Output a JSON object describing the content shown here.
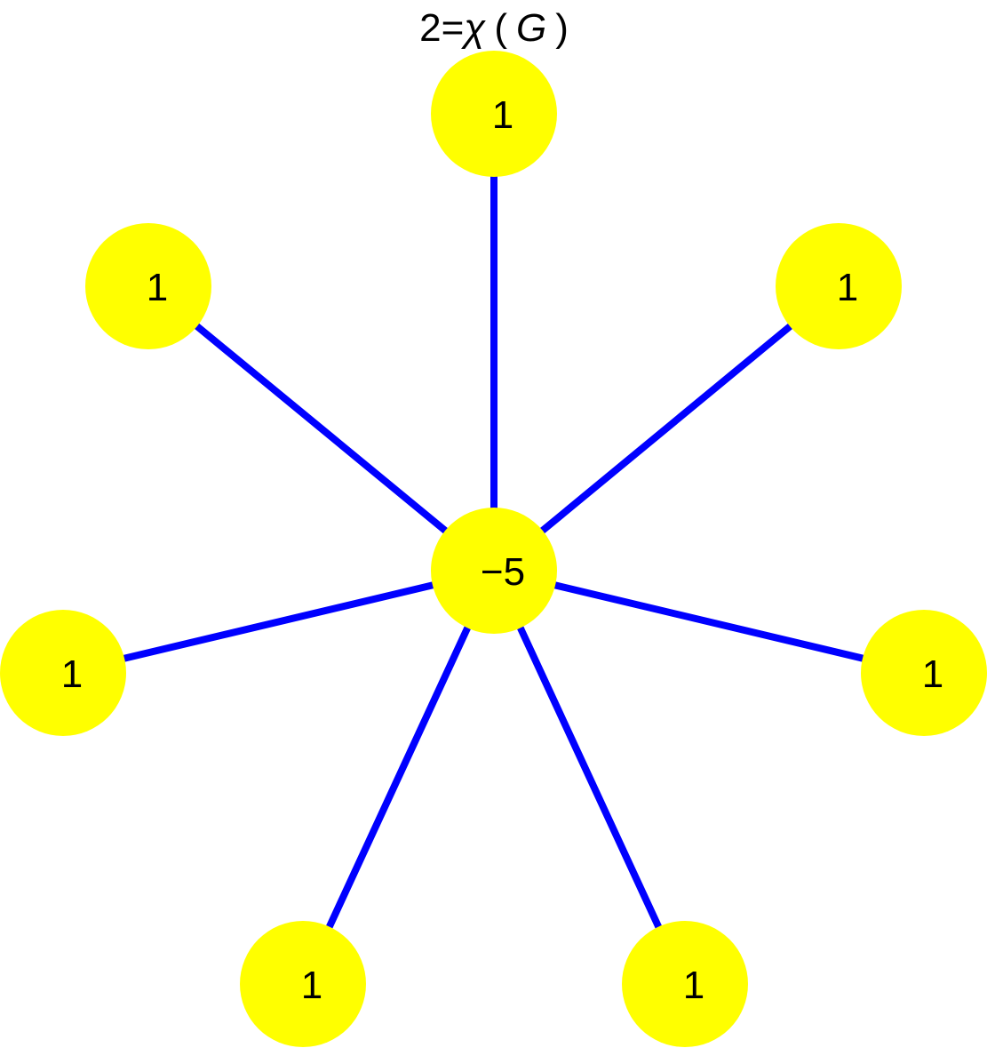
{
  "title": {
    "value": "2",
    "eq": "=",
    "symbol": "χ",
    "open": "(",
    "var": "G",
    "close": ")"
  },
  "colors": {
    "node_fill": "#ffff00",
    "edge": "#0000ff",
    "text": "#000000"
  },
  "graph": {
    "center": {
      "id": "c",
      "label": "−5"
    },
    "leaves": [
      {
        "id": "n-top",
        "label": "1"
      },
      {
        "id": "n-upper-left",
        "label": "1"
      },
      {
        "id": "n-upper-right",
        "label": "1"
      },
      {
        "id": "n-left",
        "label": "1"
      },
      {
        "id": "n-right",
        "label": "1"
      },
      {
        "id": "n-bottom-left",
        "label": "1"
      },
      {
        "id": "n-bottom-right",
        "label": "1"
      }
    ]
  }
}
